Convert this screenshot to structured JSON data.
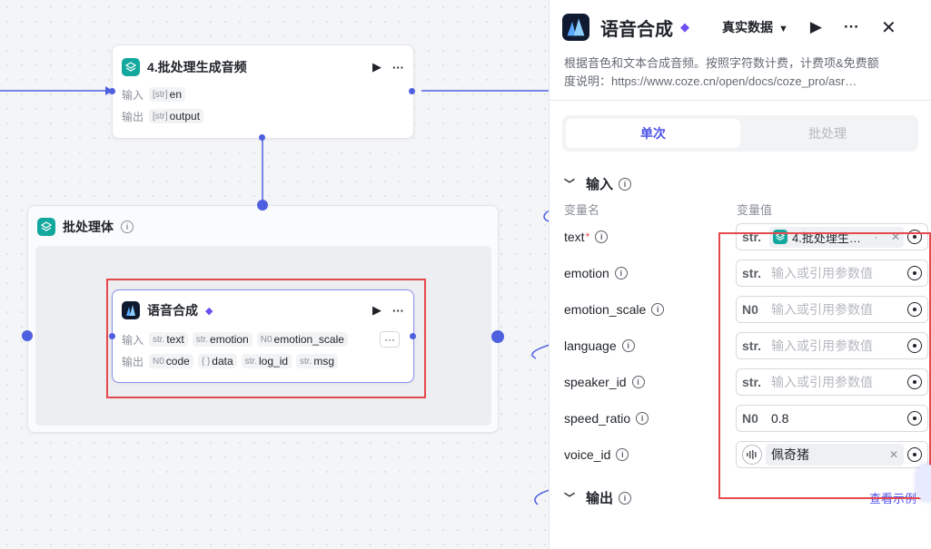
{
  "canvas": {
    "node_batch_audio": {
      "title": "4.批处理生成音频",
      "input_label": "输入",
      "input_chip": "en",
      "output_label": "输出",
      "output_chip": "output"
    },
    "batch_body": {
      "title": "批处理体"
    },
    "node_tts": {
      "title": "语音合成",
      "input_label": "输入",
      "output_label": "输出",
      "inputs": [
        {
          "type": "str.",
          "name": "text"
        },
        {
          "type": "str.",
          "name": "emotion"
        },
        {
          "type": "N0",
          "name": "emotion_scale"
        }
      ],
      "more": "···",
      "outputs": [
        {
          "type": "N0",
          "name": "code"
        },
        {
          "type": "{ }",
          "name": "data"
        },
        {
          "type": "str.",
          "name": "log_id"
        },
        {
          "type": "str.",
          "name": "msg"
        }
      ]
    }
  },
  "panel": {
    "title": "语音合成",
    "mode_label": "真实数据",
    "description_line1": "根据音色和文本合成音频。按照字符数计费，计费项&免费额",
    "description_line2": "度说明：https://www.coze.cn/open/docs/coze_pro/asr…",
    "tabs": [
      {
        "label": "单次",
        "active": true
      },
      {
        "label": "批处理",
        "active": false
      }
    ],
    "input_section": {
      "title": "输入",
      "col_name": "变量名",
      "col_value": "变量值",
      "params": [
        {
          "name": "text",
          "required": true,
          "type": "str.",
          "ref": "4.批处理生…",
          "ref_suffix": "·"
        },
        {
          "name": "emotion",
          "type": "str.",
          "placeholder": "输入或引用参数值"
        },
        {
          "name": "emotion_scale",
          "type": "N0",
          "placeholder": "输入或引用参数值"
        },
        {
          "name": "language",
          "type": "str.",
          "placeholder": "输入或引用参数值"
        },
        {
          "name": "speaker_id",
          "type": "str.",
          "placeholder": "输入或引用参数值"
        },
        {
          "name": "speed_ratio",
          "type": "N0",
          "value": "0.8"
        },
        {
          "name": "voice_id",
          "type": "voice",
          "voice": "佩奇猪"
        }
      ]
    },
    "output_section": {
      "title": "输出",
      "link": "查看示例"
    }
  },
  "colors": {
    "accent": "#4d53e8",
    "edge": "#4e5fe0",
    "highlight": "#e5484d",
    "teal": "#13a89e"
  }
}
